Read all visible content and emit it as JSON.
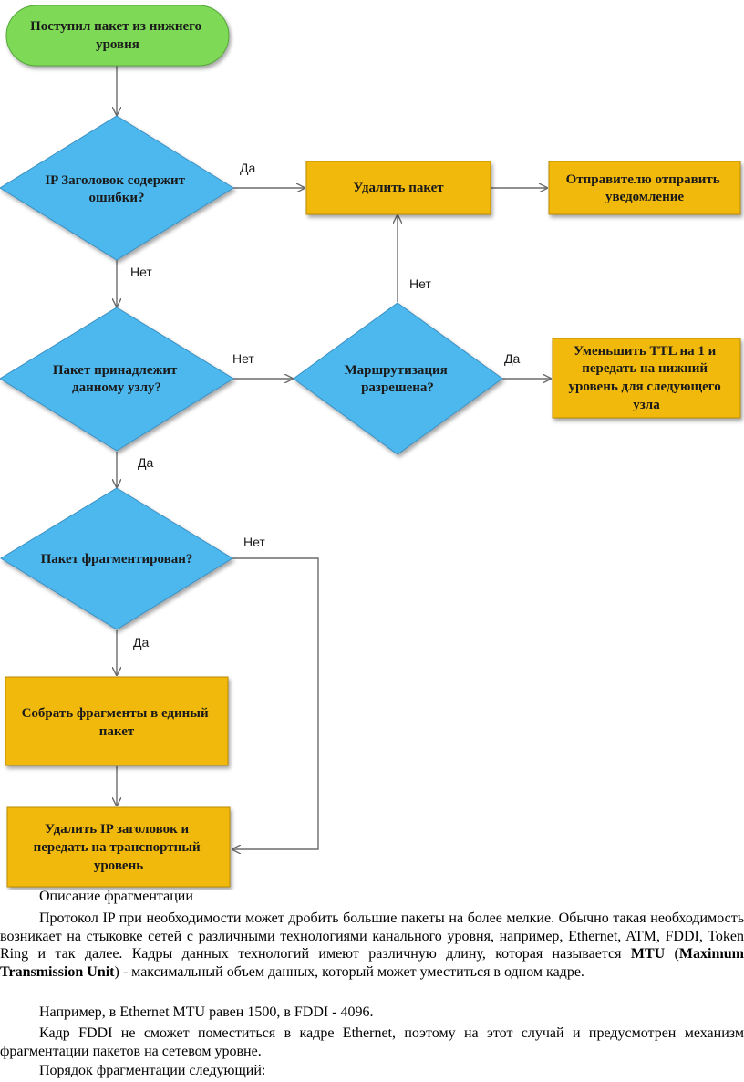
{
  "diagram": {
    "nodes": {
      "start": [
        "Поступил пакет из нижнего",
        "уровня"
      ],
      "check_errors": [
        "IP Заголовок содержит",
        "ошибки?"
      ],
      "drop_packet": [
        "Удалить пакет"
      ],
      "notify_sender": [
        "Отправителю отправить",
        "уведомление"
      ],
      "belongs_to_node": [
        "Пакет принадлежит",
        "данному узлу?"
      ],
      "routing_allowed": [
        "Маршрутизация",
        "разрешена?"
      ],
      "decrement_ttl": [
        "Уменьшить TTL на 1 и",
        "передать на нижний",
        "уровень для следующего",
        "узла"
      ],
      "is_fragmented": [
        "Пакет фрагментирован?"
      ],
      "assemble": [
        "Собрать фрагменты в единый",
        "пакет"
      ],
      "strip_header": [
        "Удалить IP заголовок и",
        "передать на транспортный",
        "уровень"
      ]
    },
    "edges": {
      "errors_yes": "Да",
      "errors_no": "Нет",
      "belongs_no": "Нет",
      "belongs_yes": "Да",
      "routing_yes": "Да",
      "routing_no": "Нет",
      "fragmented_no": "Нет",
      "fragmented_yes": "Да"
    },
    "colors": {
      "start_fill": "#7ed957",
      "decision_fill": "#4db8ee",
      "process_fill": "#f2b90c",
      "line": "#6b6b6b"
    }
  },
  "text": {
    "caption": "Описание фрагментации",
    "p1_a": "Протокол IP при необходимости может дробить большие пакеты на более мелкие. Обычно такая необходимость возникает на стыковке сетей с различными технологиями канального уровня, например, Ethernet, ATM, FDDI, Token Ring и так далее. Кадры данных технологий имеют различную длину, которая называется ",
    "p1_mtu": "MTU",
    "p1_open": " (",
    "p1_expansion": "Maximum Transmission Unit",
    "p1_b": ") - максимальный объем данных, который может уместиться в одном кадре.",
    "p2": "Например, в Ethernet MTU равен 1500, в FDDI - 4096.",
    "p3": "Кадр FDDI не сможет поместиться в кадре Ethernet, поэтому на этот случай и предусмотрен механизм фрагментации пакетов на сетевом уровне.",
    "p4": "Порядок фрагментации следующий:"
  }
}
